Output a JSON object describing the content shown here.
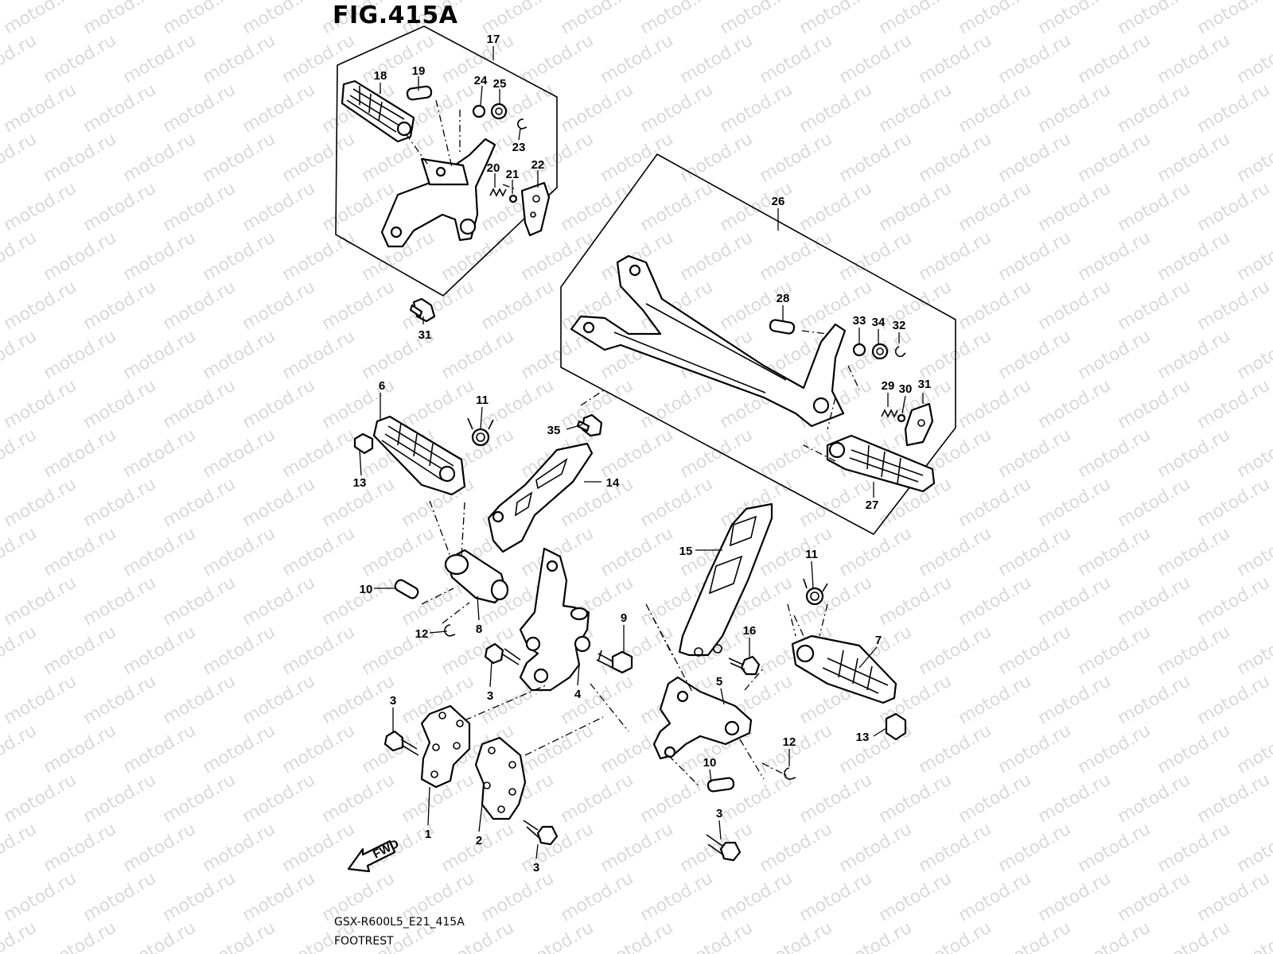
{
  "figure": {
    "title": "FIG.415A"
  },
  "footer": {
    "code": "GSX-R600L5_E21_415A",
    "name": "FOOTREST"
  },
  "watermark": "motod.ru",
  "fwd_label": "FWD",
  "callouts": {
    "c1": "1",
    "c2": "2",
    "c3a": "3",
    "c3b": "3",
    "c3c": "3",
    "c3d": "3",
    "c4": "4",
    "c5": "5",
    "c6": "6",
    "c7": "7",
    "c8": "8",
    "c9": "9",
    "c10a": "10",
    "c10b": "10",
    "c11a": "11",
    "c11b": "11",
    "c12a": "12",
    "c12b": "12",
    "c13a": "13",
    "c13b": "13",
    "c14": "14",
    "c15": "15",
    "c16": "16",
    "c17": "17",
    "c18": "18",
    "c19": "19",
    "c20": "20",
    "c21": "21",
    "c22": "22",
    "c23": "23",
    "c24": "24",
    "c25": "25",
    "c26": "26",
    "c27": "27",
    "c28": "28",
    "c29": "29",
    "c30": "30",
    "c31a": "31",
    "c31b": "31",
    "c32": "32",
    "c33": "33",
    "c34": "34",
    "c35": "35"
  },
  "colors": {
    "line": "#000000",
    "background": "#ffffff",
    "watermark": "#d9d9d9"
  }
}
